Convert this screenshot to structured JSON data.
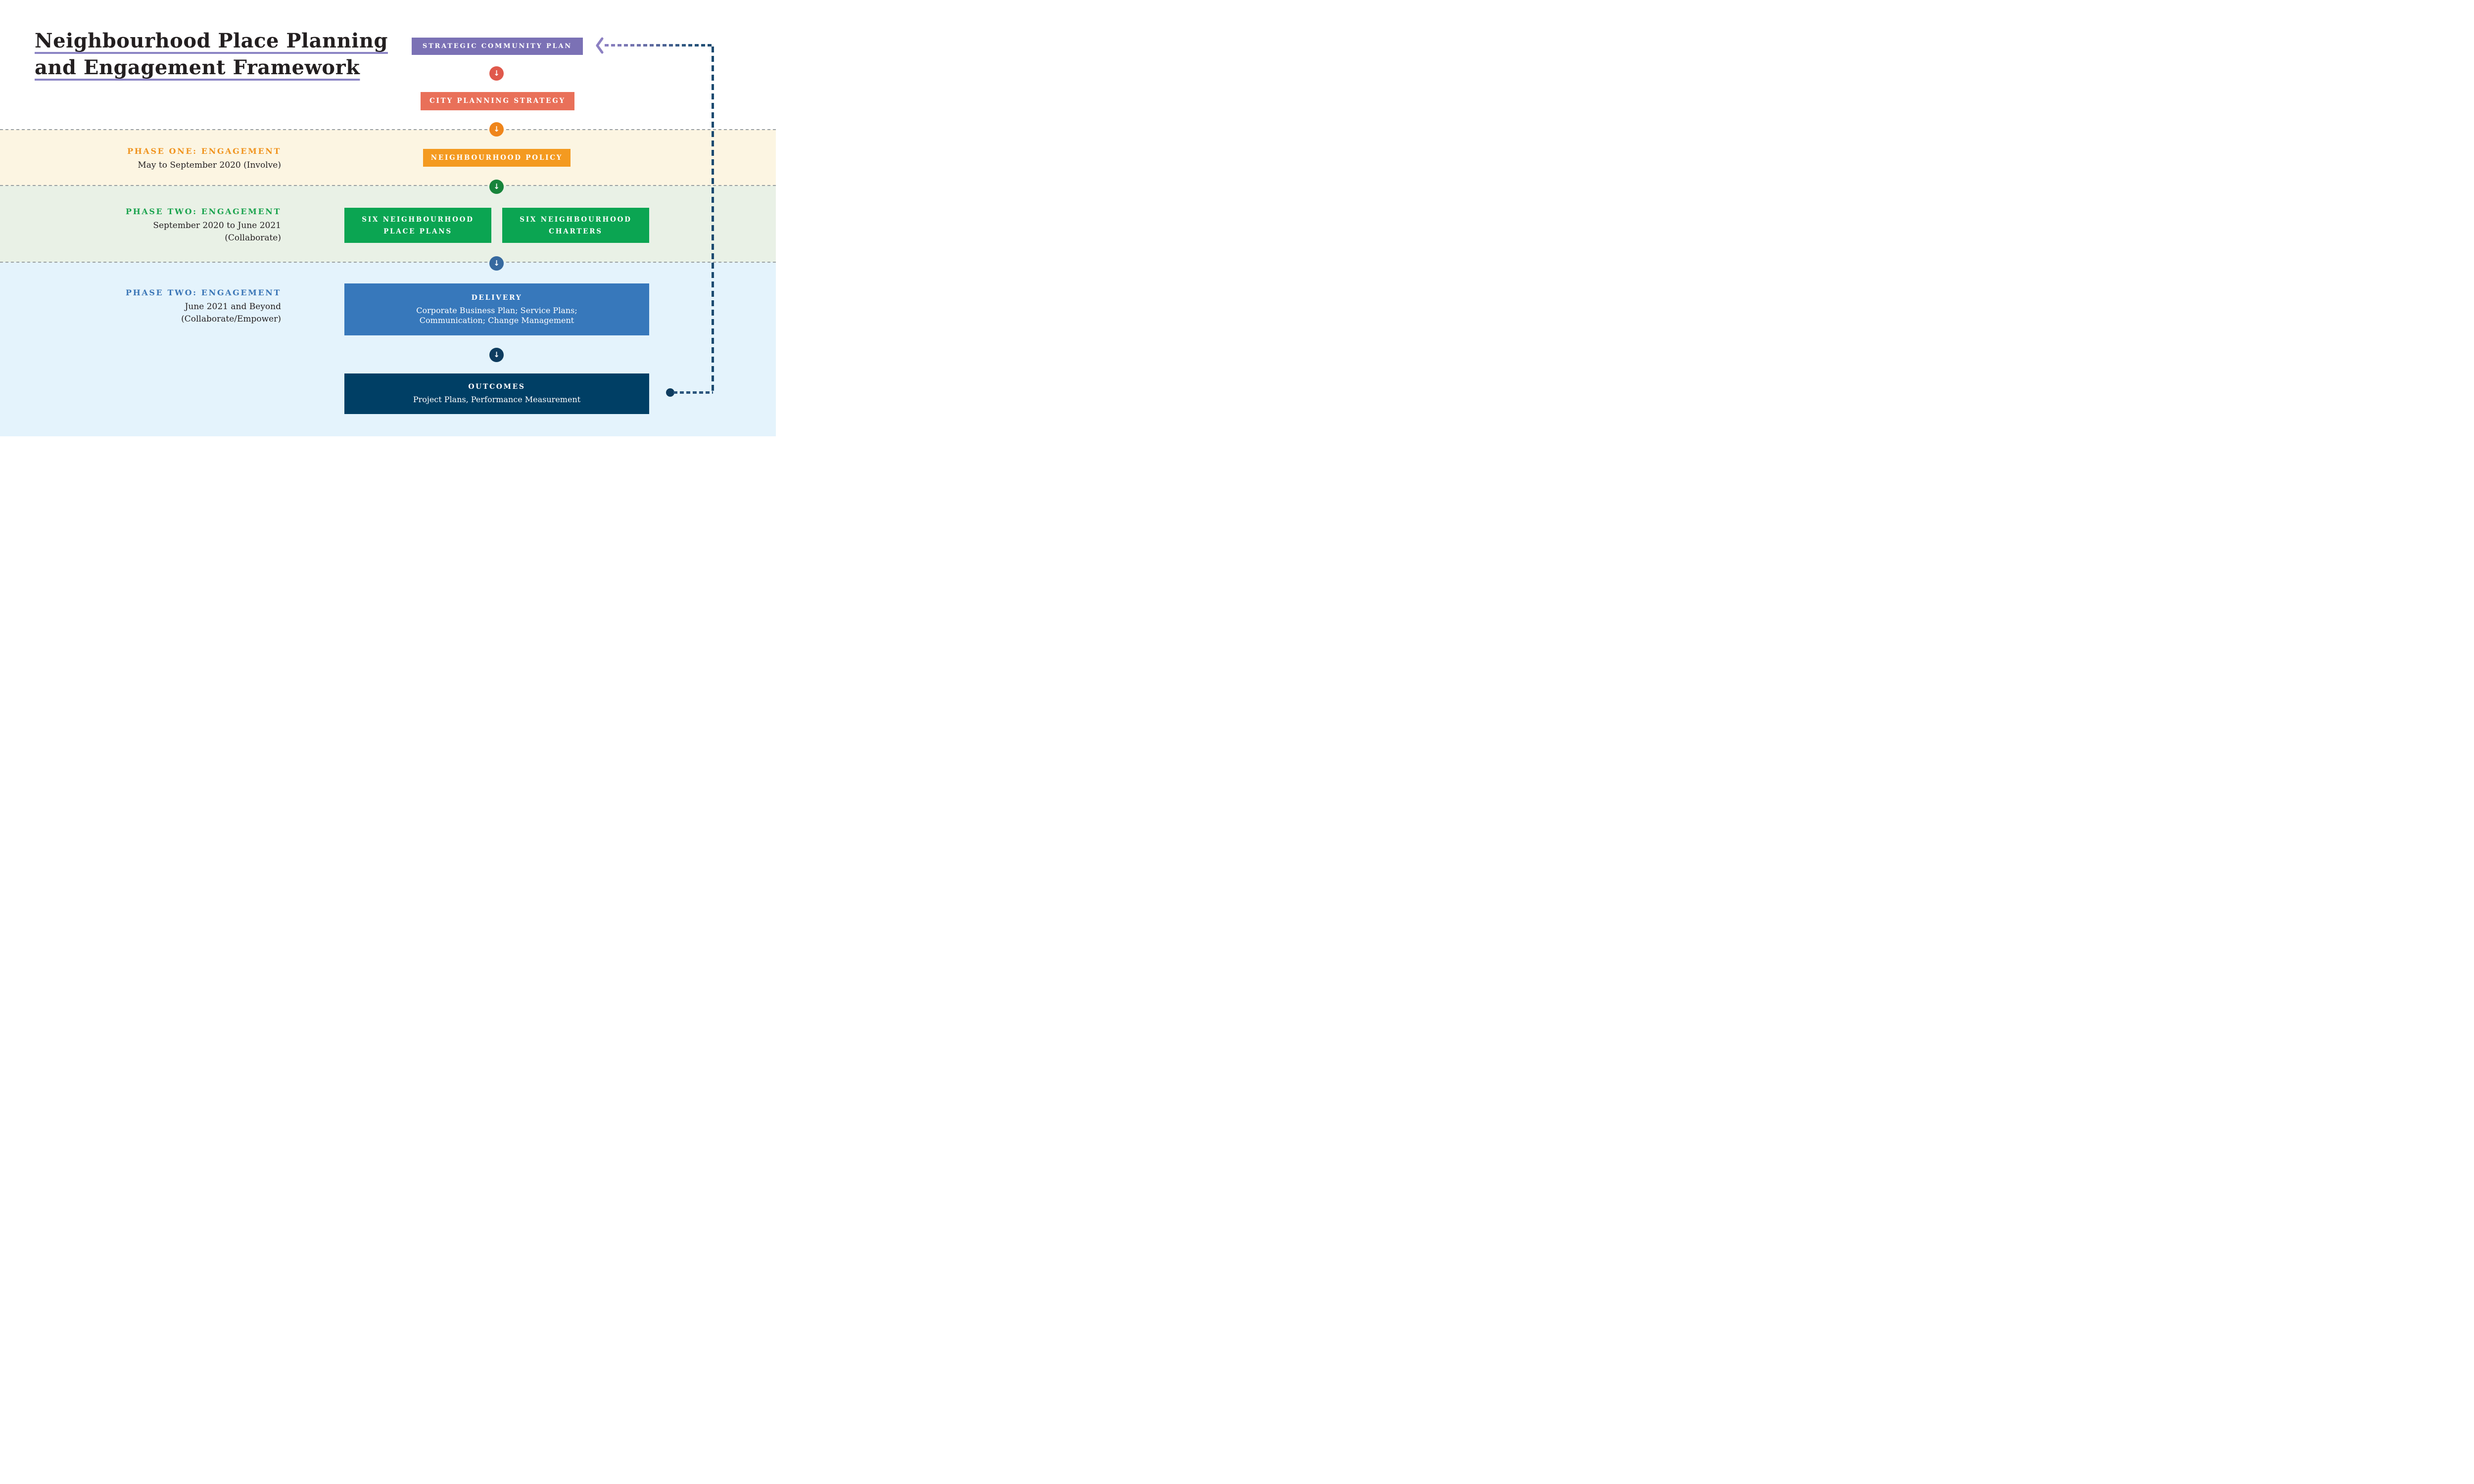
{
  "title": {
    "line1": "Neighbourhood Place Planning",
    "line2": "and Engagement Framework"
  },
  "phases": [
    {
      "title": "PHASE ONE: ENGAGEMENT",
      "color": "#f0941f",
      "subtitle_line1": "May to September 2020 (Involve)",
      "subtitle_line2": ""
    },
    {
      "title": "PHASE TWO: ENGAGEMENT",
      "color": "#1ca44f",
      "subtitle_line1": "September 2020 to June 2021",
      "subtitle_line2": "(Collaborate)"
    },
    {
      "title": "PHASE TWO: ENGAGEMENT",
      "color": "#3c77b7",
      "subtitle_line1": "June 2021 and Beyond",
      "subtitle_line2": "(Collaborate/Empower)"
    }
  ],
  "flow": {
    "strategic_plan": {
      "label": "STRATEGIC COMMUNITY PLAN",
      "color": "#7b71b5"
    },
    "city_planning": {
      "label": "CITY PLANNING STRATEGY",
      "color": "#e97059"
    },
    "neighbourhood_policy": {
      "label": "NEIGHBOURHOOD POLICY",
      "color": "#f49a20"
    },
    "place_plans": {
      "line1": "SIX NEIGHBOURHOOD",
      "line2": "PLACE PLANS",
      "color": "#0ba552"
    },
    "charters": {
      "line1": "SIX NEIGHBOURHOOD",
      "line2": "CHARTERS",
      "color": "#0ba552"
    },
    "delivery": {
      "title": "DELIVERY",
      "body_line1": "Corporate Business Plan; Service Plans;",
      "body_line2": "Communication; Change Management",
      "color": "#3778bb"
    },
    "outcomes": {
      "title": "OUTCOMES",
      "body": "Project Plans, Performance Measurement",
      "color": "#003f65"
    }
  },
  "glyphs": {
    "down": "↓"
  },
  "connector_colors": {
    "navy": "#1b4a70",
    "purple": "#8c80c2"
  },
  "band_colors": {
    "phase1": "#fcf5e2",
    "phase2": "#e9f1e6",
    "phase3": "#e4f3fc"
  }
}
